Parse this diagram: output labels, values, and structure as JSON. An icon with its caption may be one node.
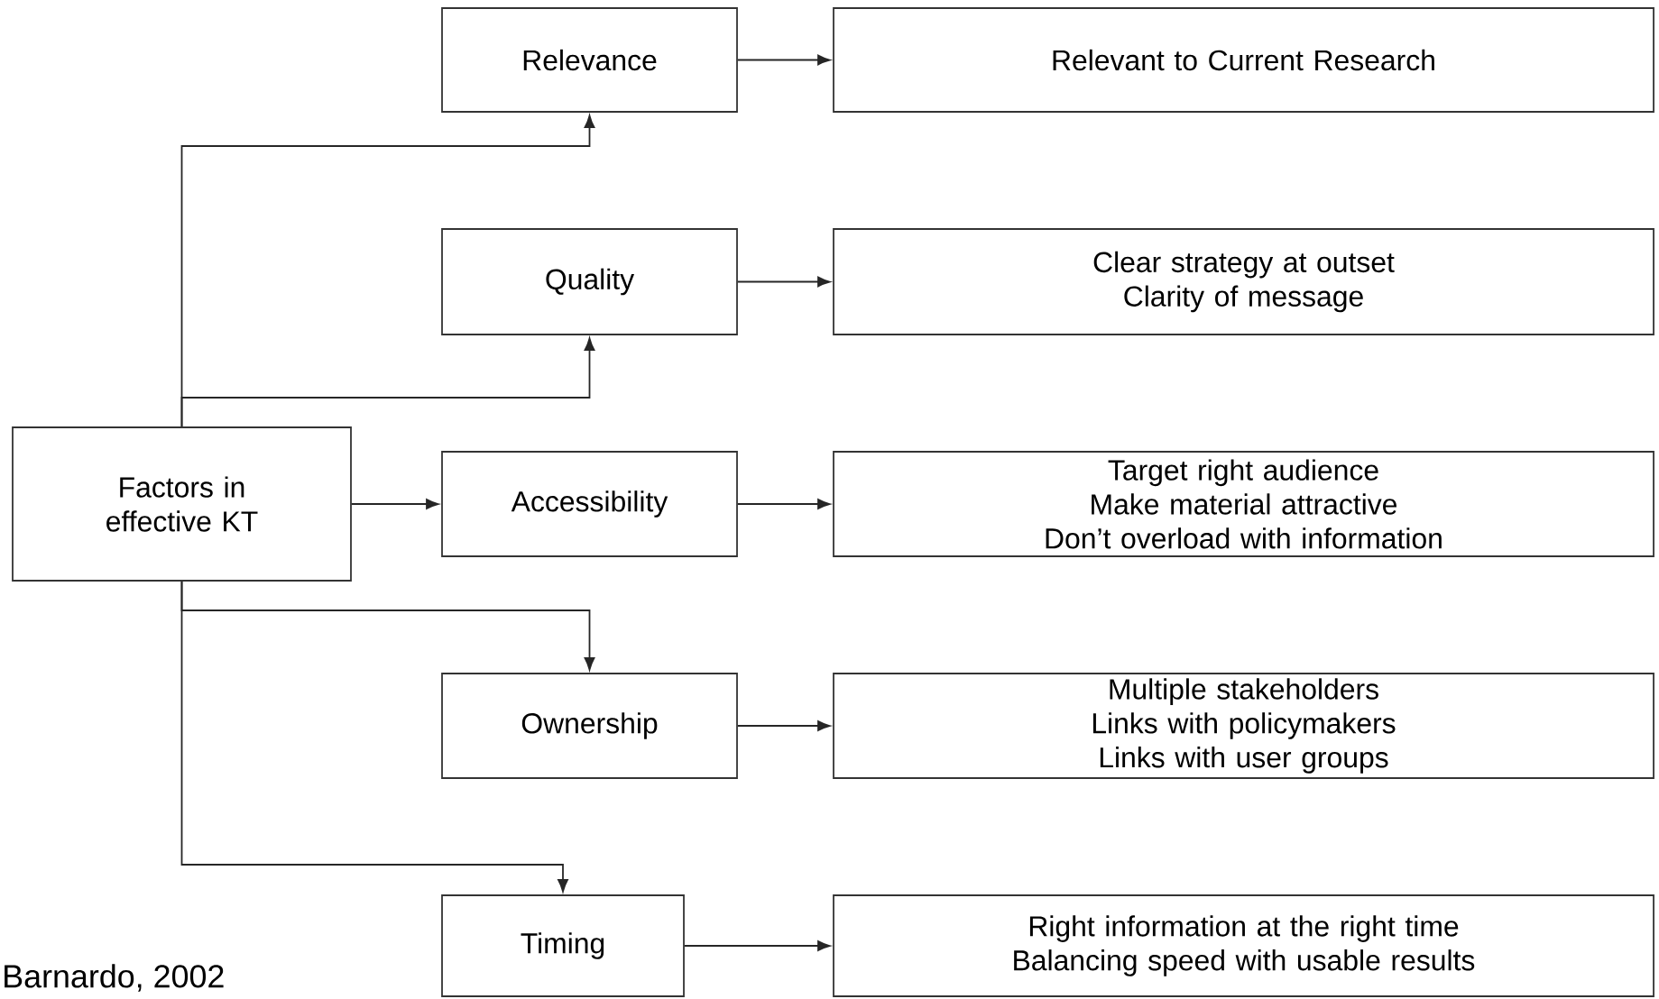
{
  "diagram": {
    "nodes": [
      {
        "text": [
          "Factors in effective KT"
        ]
      },
      {
        "text": [
          "Relevance"
        ]
      },
      {
        "text": [
          "Relevant to Current Research"
        ]
      },
      {
        "text": [
          "Quality"
        ]
      },
      {
        "text": [
          "Clear strategy at outset",
          "Clarity of message"
        ]
      },
      {
        "text": [
          "Accessibility"
        ]
      },
      {
        "text": [
          "Target right audience",
          "Make material attractive",
          "Don’t overload with information"
        ]
      },
      {
        "text": [
          "Ownership"
        ]
      },
      {
        "text": [
          "Multiple stakeholders",
          "Links with policymakers",
          "Links with user groups"
        ]
      },
      {
        "text": [
          "Timing"
        ]
      },
      {
        "text": [
          "Right information at the right time",
          "Balancing speed with usable results"
        ]
      }
    ],
    "edges": [
      {
        "from": 0,
        "to": 1,
        "arrow": "to"
      },
      {
        "from": 0,
        "to": 3,
        "arrow": "to"
      },
      {
        "from": 0,
        "to": 5,
        "arrow": "to"
      },
      {
        "from": 0,
        "to": 7,
        "arrow": "to"
      },
      {
        "from": 0,
        "to": 9,
        "arrow": "to"
      },
      {
        "from": 1,
        "to": 2,
        "arrow": "to"
      },
      {
        "from": 3,
        "to": 4,
        "arrow": "to"
      },
      {
        "from": 5,
        "to": 6,
        "arrow": "to"
      },
      {
        "from": 7,
        "to": 8,
        "arrow": "to"
      },
      {
        "from": 9,
        "to": 10,
        "arrow": "to"
      }
    ],
    "labels": [
      "Barnardo, 2002"
    ]
  }
}
